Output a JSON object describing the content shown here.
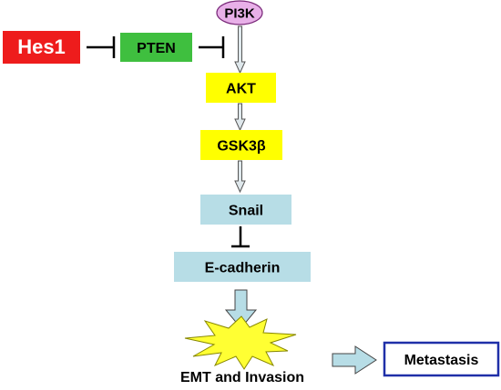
{
  "nodes": {
    "pi3k": "PI3K",
    "hes1": "Hes1",
    "pten": "PTEN",
    "akt": "AKT",
    "gsk3b": "GSK3β",
    "snail": "Snail",
    "ecadherin": "E-cadherin",
    "emt": "EMT and Invasion",
    "metastasis": "Metastasis"
  },
  "colors": {
    "pi3k_fill": "#e8b0e8",
    "hes1_fill": "#ee1c1c",
    "pten_fill": "#3fbf3f",
    "akt_fill": "#ffff00",
    "gsk3b_fill": "#ffff00",
    "snail_fill": "#b7dde6",
    "ecadherin_fill": "#b7dde6",
    "burst_fill": "#ffff33",
    "metastasis_border": "#1f2fa8",
    "arrow_fill": "#b7dde6"
  }
}
